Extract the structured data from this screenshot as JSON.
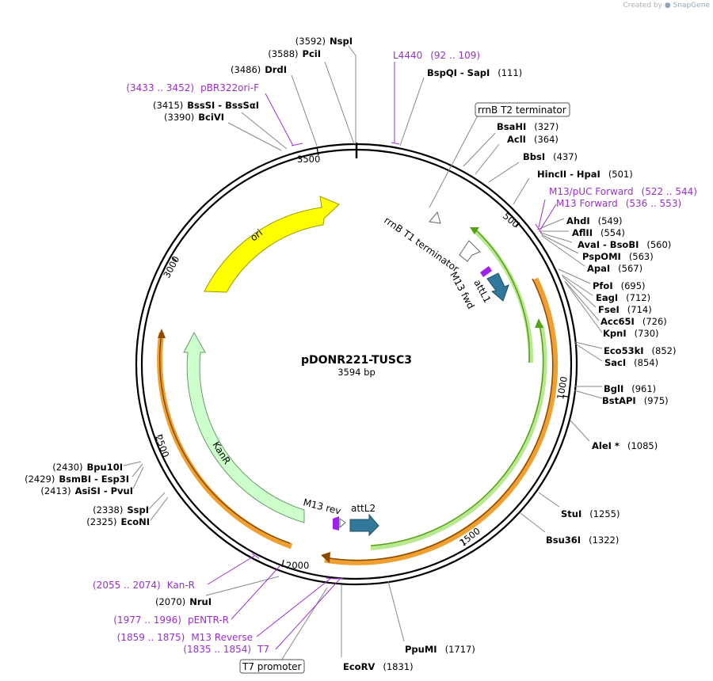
{
  "credit": {
    "prefix": "Created by",
    "brand": "SnapGene"
  },
  "plasmid": {
    "name": "pDONR221-TUSC3",
    "length": "3594 bp"
  },
  "ticks": [
    "3500",
    "3000",
    "2500",
    "2000",
    "1500",
    "1000",
    "500"
  ],
  "features": [
    {
      "name": "ori",
      "color": "#ffff00"
    },
    {
      "name": "KanR",
      "color": "#ccffcc"
    },
    {
      "name": "rrnB T1 terminator",
      "color": "#ffffff"
    },
    {
      "name": "attL1",
      "color": "#31789b"
    },
    {
      "name": "attL2",
      "color": "#31789b"
    },
    {
      "name": "M13 fwd",
      "color": "#a020f0"
    },
    {
      "name": "M13 rev",
      "color": "#a020f0"
    }
  ],
  "boxed_labels": [
    "rrnB T2 terminator",
    "T7 promoter"
  ],
  "sites": [
    {
      "name": "NspI",
      "pos": "(3592)"
    },
    {
      "name": "PciI",
      "pos": "(3588)"
    },
    {
      "name": "DrdI",
      "pos": "(3486)"
    },
    {
      "name": "BssSI - BssSαI",
      "pos": "(3415)"
    },
    {
      "name": "BciVI",
      "pos": "(3390)"
    },
    {
      "name": "BspQI - SapI",
      "pos": "(111)"
    },
    {
      "name": "BsaHI",
      "pos": "(327)"
    },
    {
      "name": "AclI",
      "pos": "(364)"
    },
    {
      "name": "BbsI",
      "pos": "(437)"
    },
    {
      "name": "HincII - HpaI",
      "pos": "(501)"
    },
    {
      "name": "AhdI",
      "pos": "(549)"
    },
    {
      "name": "AflII",
      "pos": "(554)"
    },
    {
      "name": "AvaI - BsoBI",
      "pos": "(560)"
    },
    {
      "name": "PspOMI",
      "pos": "(563)"
    },
    {
      "name": "ApaI",
      "pos": "(567)"
    },
    {
      "name": "PfoI",
      "pos": "(695)"
    },
    {
      "name": "EagI",
      "pos": "(712)"
    },
    {
      "name": "FseI",
      "pos": "(714)"
    },
    {
      "name": "Acc65I",
      "pos": "(726)"
    },
    {
      "name": "KpnI",
      "pos": "(730)"
    },
    {
      "name": "Eco53kI",
      "pos": "(852)"
    },
    {
      "name": "SacI",
      "pos": "(854)"
    },
    {
      "name": "BglI",
      "pos": "(961)"
    },
    {
      "name": "BstAPI",
      "pos": "(975)"
    },
    {
      "name": "AleI *",
      "pos": "(1085)"
    },
    {
      "name": "StuI",
      "pos": "(1255)"
    },
    {
      "name": "Bsu36I",
      "pos": "(1322)"
    },
    {
      "name": "PpuMI",
      "pos": "(1717)"
    },
    {
      "name": "EcoRV",
      "pos": "(1831)"
    },
    {
      "name": "NruI",
      "pos": "(2070)"
    },
    {
      "name": "SspI",
      "pos": "(2338)"
    },
    {
      "name": "EcoNI",
      "pos": "(2325)"
    },
    {
      "name": "Bpu10I",
      "pos": "(2430)"
    },
    {
      "name": "BsmBI - Esp3I",
      "pos": "(2429)"
    },
    {
      "name": "AsiSI - PvuI",
      "pos": "(2413)"
    }
  ],
  "primers": [
    {
      "name": "L4440",
      "pos": "(92 .. 109)"
    },
    {
      "name": "pBR322ori-F",
      "pos": "(3433 .. 3452)"
    },
    {
      "name": "M13/pUC Forward",
      "pos": "(522 .. 544)"
    },
    {
      "name": "M13 Forward",
      "pos": "(536 .. 553)"
    },
    {
      "name": "Kan-R",
      "pos": "(2055 .. 2074)"
    },
    {
      "name": "pENTR-R",
      "pos": "(1977 .. 1996)"
    },
    {
      "name": "M13 Reverse",
      "pos": "(1859 .. 1875)"
    },
    {
      "name": "T7",
      "pos": "(1835 .. 1854)"
    }
  ],
  "colors": {
    "primer": "#9a2fd0",
    "ring": "#000000",
    "leader": "#888888",
    "inner_orange": "#f0a030",
    "inner_green": "#55a015"
  }
}
